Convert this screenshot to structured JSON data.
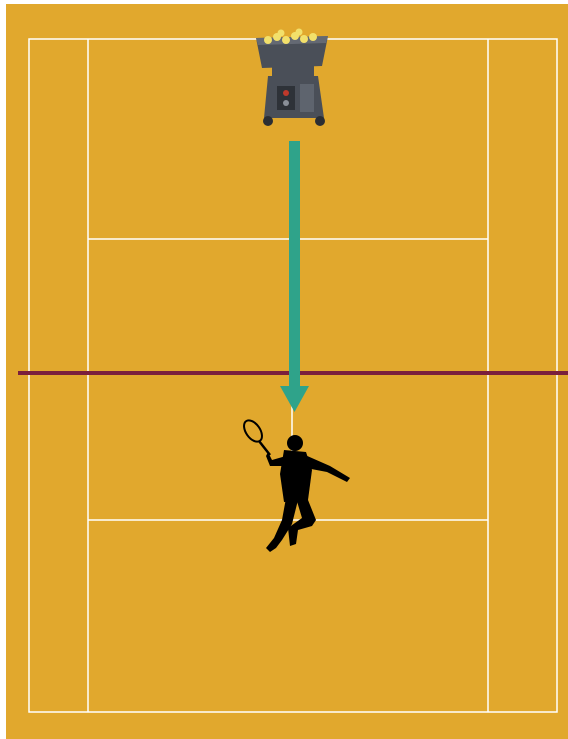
{
  "diagram": {
    "court_color": "#E1A82D",
    "line_color": "#FFFFFF",
    "net_color": "#7A1F3D",
    "arrow_color": "#2FA38A",
    "machine_color": "#4A4F58",
    "ball_color": "#F2E06B",
    "player_color": "#000000",
    "elements": [
      {
        "name": "ball-machine",
        "icon": "ball-machine-icon"
      },
      {
        "name": "ball-trajectory-arrow",
        "icon": "arrow-down-icon"
      },
      {
        "name": "net",
        "icon": "net-line"
      },
      {
        "name": "player",
        "icon": "tennis-player-silhouette"
      }
    ]
  }
}
